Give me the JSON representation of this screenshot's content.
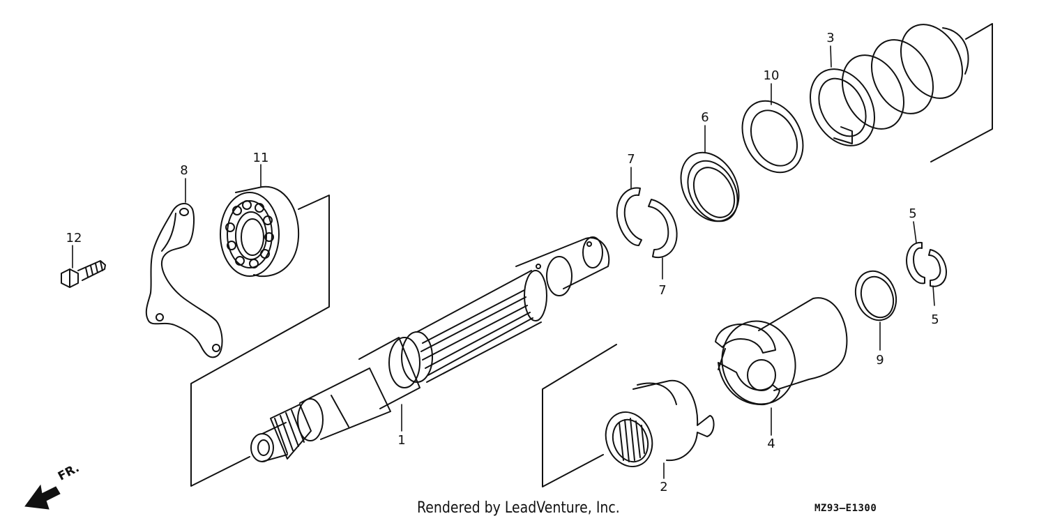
{
  "diagram": {
    "callouts": [
      {
        "id": "1",
        "label": "1"
      },
      {
        "id": "2",
        "label": "2"
      },
      {
        "id": "3",
        "label": "3"
      },
      {
        "id": "4",
        "label": "4"
      },
      {
        "id": "5a",
        "label": "5"
      },
      {
        "id": "5b",
        "label": "5"
      },
      {
        "id": "6",
        "label": "6"
      },
      {
        "id": "7a",
        "label": "7"
      },
      {
        "id": "7b",
        "label": "7"
      },
      {
        "id": "8",
        "label": "8"
      },
      {
        "id": "9",
        "label": "9"
      },
      {
        "id": "10",
        "label": "10"
      },
      {
        "id": "11",
        "label": "11"
      },
      {
        "id": "12",
        "label": "12"
      }
    ],
    "direction_label": "FR.",
    "credit": "Rendered by LeadVenture, Inc.",
    "diagram_code": "MZ93–E1300"
  },
  "colors": {
    "ink": "#111111",
    "paper": "#ffffff"
  }
}
